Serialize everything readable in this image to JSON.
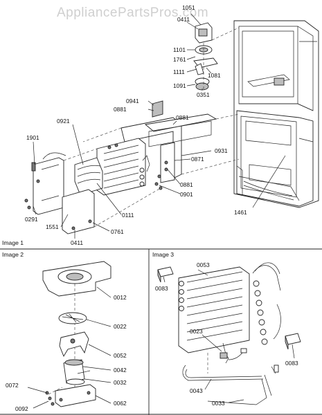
{
  "watermark": "AppliancePartsPros.com",
  "image_titles": {
    "image1": "Image 1",
    "image2": "Image 2",
    "image3": "Image 3"
  },
  "callouts": {
    "c1051": "1051",
    "c0411_top": "0411",
    "c1101": "1101",
    "c1761": "1761",
    "c1081": "1081",
    "c1111": "1111",
    "c1091": "1091",
    "c0351": "0351",
    "c0941": "0941",
    "c0881_a": "0881",
    "c0881_b": "0881",
    "c0921": "0921",
    "c1901": "1901",
    "c0871": "0871",
    "c0931": "0931",
    "c0881_c": "0881",
    "c0901": "0901",
    "c0291": "0291",
    "c0111": "0111",
    "c1551": "1551",
    "c0761": "0761",
    "c0411_bottom": "0411",
    "c1461": "1461",
    "c0012": "0012",
    "c0022": "0022",
    "c0052": "0052",
    "c0042": "0042",
    "c0032": "0032",
    "c0072": "0072",
    "c0062": "0062",
    "c0092": "0092",
    "c0083_left": "0083",
    "c0053": "0053",
    "c0023": "0023",
    "c0083_right": "0083",
    "c0043": "0043",
    "c0033": "0033"
  }
}
